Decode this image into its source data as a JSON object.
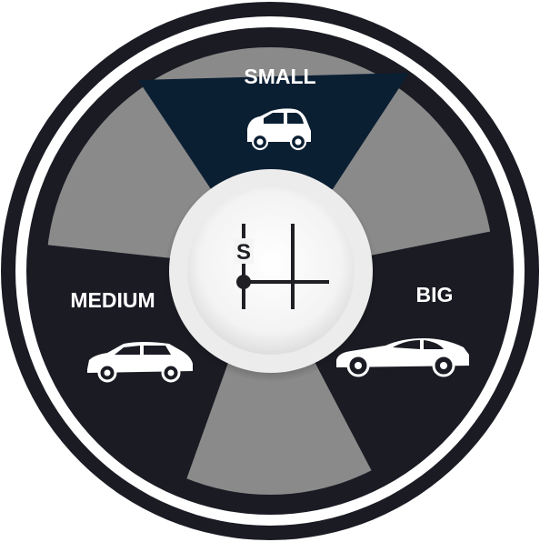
{
  "selector": {
    "options": [
      {
        "id": "small",
        "label": "SMALL",
        "icon": "city-car-icon",
        "selected": true
      },
      {
        "id": "medium",
        "label": "MEDIUM",
        "icon": "hatchback-icon",
        "selected": false
      },
      {
        "id": "big",
        "label": "BIG",
        "icon": "sports-car-icon",
        "selected": false
      }
    ],
    "hub": {
      "icon": "gear-shift-icon",
      "letter": "S"
    }
  },
  "colors": {
    "ring": "#1b1b24",
    "selected_segment": "#0b1f33",
    "dark_segment": "#1b1b24",
    "gray_segment": "#8a8a8a",
    "hub": "#f2f2f2"
  }
}
